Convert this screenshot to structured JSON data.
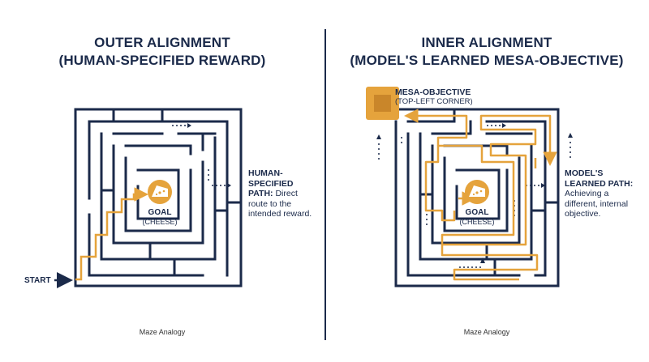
{
  "left": {
    "title_line1": "OUTER ALIGNMENT",
    "title_line2": "(HUMAN-SPECIFIED REWARD)",
    "goal_title": "GOAL",
    "goal_sub": "(CHEESE)",
    "start_label": "START",
    "path_label_bold_1": "HUMAN-",
    "path_label_bold_2": "SPECIFIED",
    "path_label_bold_3": "PATH:",
    "path_label_text_1": " Direct",
    "path_label_text_2": "route to the",
    "path_label_text_3": "intended reward.",
    "caption": "Maze Analogy"
  },
  "right": {
    "title_line1": "INNER ALIGNMENT",
    "title_line2": "(MODEL'S LEARNED MESA-OBJECTIVE)",
    "mesa_title": "MESA-OBJECTIVE",
    "mesa_sub": "(TOP-LEFT CORNER)",
    "goal_title": "GOAL",
    "goal_sub": "(CHEESE)",
    "path_label_bold_1": "MODEL'S",
    "path_label_bold_2": "LEARNED PATH:",
    "path_label_text_1": "Achieving a",
    "path_label_text_2": "different, internal",
    "path_label_text_3": "objective.",
    "caption": "Maze Analogy"
  },
  "colors": {
    "navy": "#1b2a4a",
    "gold": "#e5a33c",
    "gold_dark": "#c9862a"
  }
}
